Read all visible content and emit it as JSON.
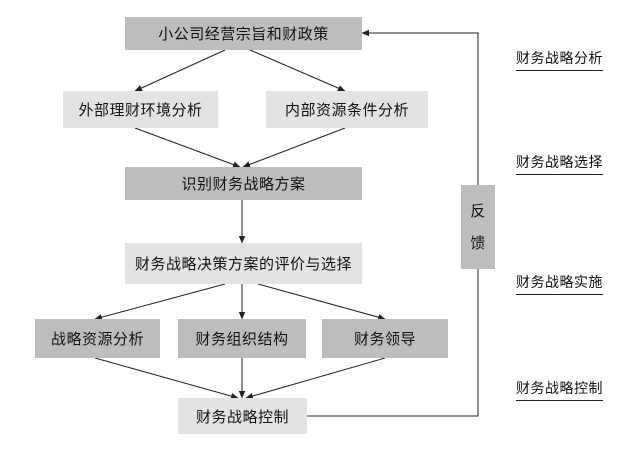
{
  "nodes": {
    "mission": "小公司经营宗旨和财政策",
    "external": "外部理财环境分析",
    "internal": "内部资源条件分析",
    "identify": "识别财务战略方案",
    "evaluate": "财务战略决策方案的评价与选择",
    "resource": "战略资源分析",
    "structure": "财务组织结构",
    "leadership": "财务领导",
    "control": "财务战略控制",
    "feedback_top": "反",
    "feedback_bottom": "馈"
  },
  "stages": [
    "财务战略分析",
    "财务战略选择",
    "财务战略实施",
    "财务战略控制"
  ],
  "colors": {
    "dark_box": "#bdbdbd",
    "light_box": "#e3e3e3",
    "line": "#222222"
  }
}
